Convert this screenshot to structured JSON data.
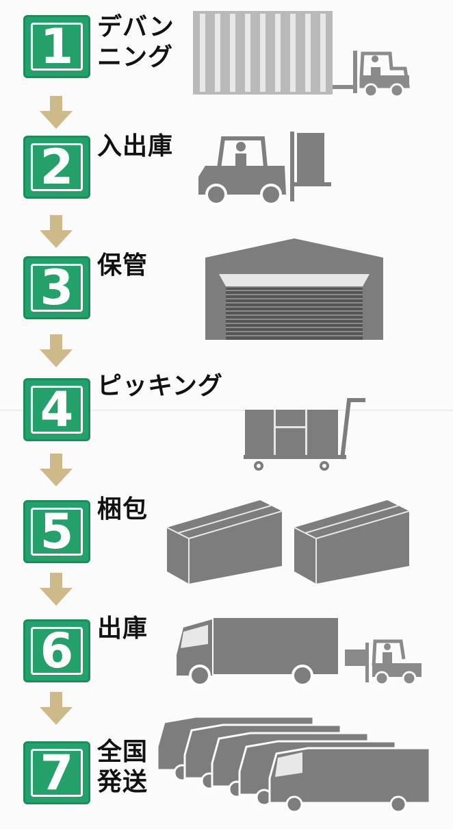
{
  "steps": [
    {
      "number": "1",
      "label": "デバン\nニング",
      "illustration": "container-forklift-icon"
    },
    {
      "number": "2",
      "label": "入出庫",
      "illustration": "forklift-icon"
    },
    {
      "number": "3",
      "label": "保管",
      "illustration": "warehouse-icon"
    },
    {
      "number": "4",
      "label": "ピッキング",
      "illustration": "cart-icon"
    },
    {
      "number": "5",
      "label": "梱包",
      "illustration": "boxes-icon"
    },
    {
      "number": "6",
      "label": "出庫",
      "illustration": "truck-forklift-icon"
    },
    {
      "number": "7",
      "label": "全国\n発送",
      "illustration": "trucks-icon"
    }
  ],
  "colors": {
    "badge": "#24a06b",
    "arrow": "#cdb98a",
    "illustration": "#7d7d7d"
  }
}
